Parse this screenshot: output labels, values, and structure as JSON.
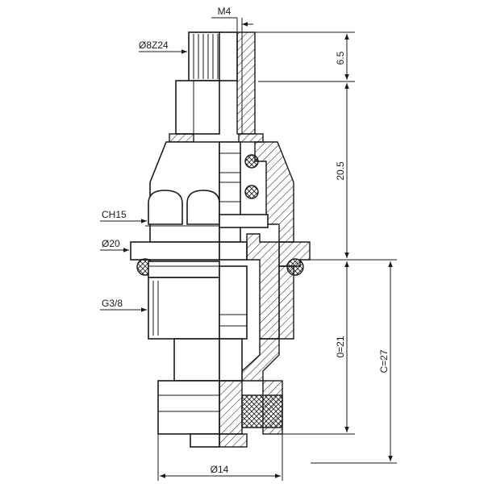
{
  "labels": {
    "thread_top": "M4",
    "spline": "Ø8Z24",
    "hex": "CH15",
    "flange": "Ø20",
    "thread_body": "G3/8",
    "base_dia": "Ø14"
  },
  "dimensions": {
    "top": "6.5",
    "upper": "20.5",
    "lower": "0=21",
    "overall": "C=27"
  },
  "colors": {
    "line": "#1a1a1a",
    "background": "#ffffff"
  }
}
